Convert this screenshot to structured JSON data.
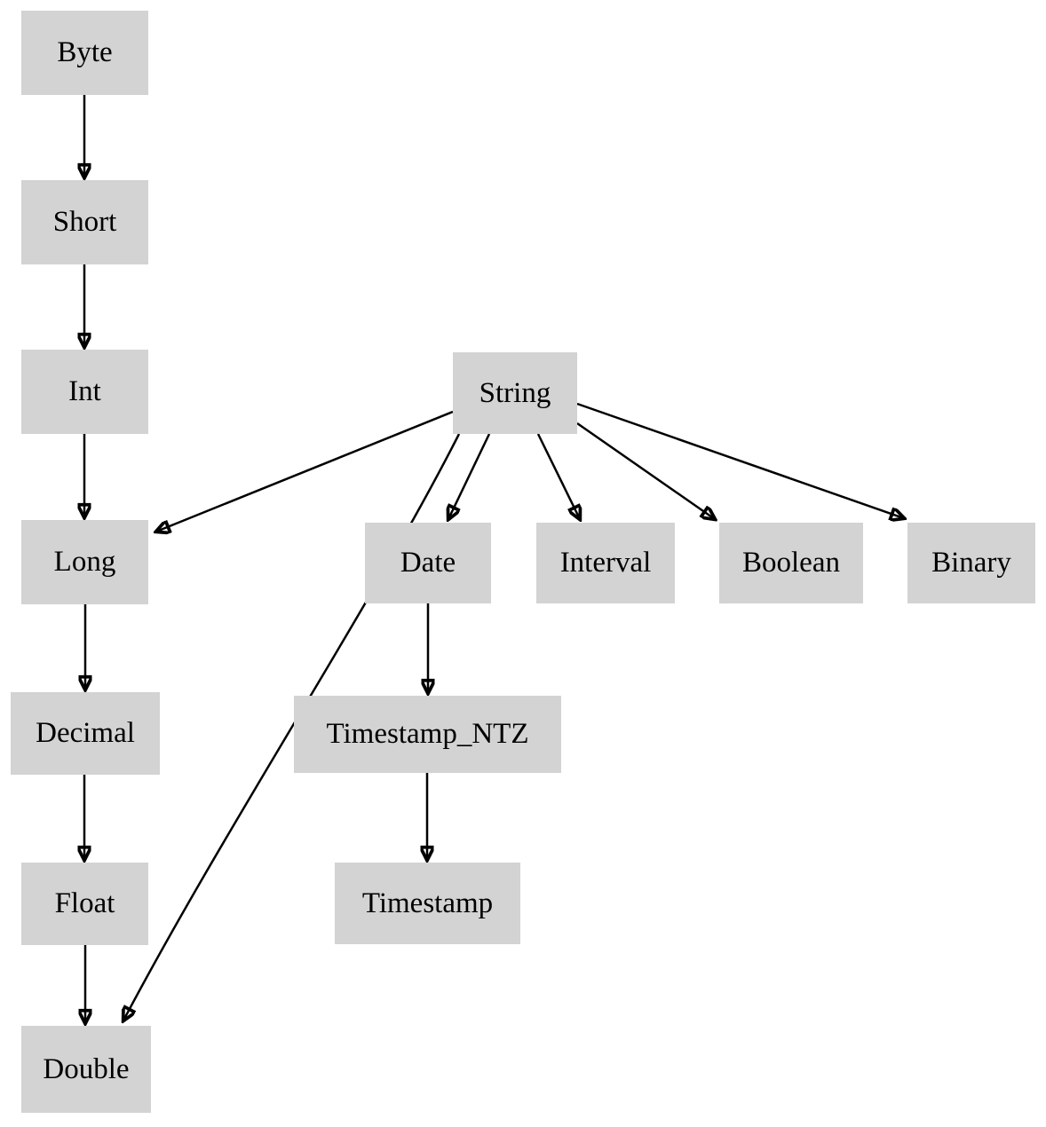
{
  "diagram": {
    "background_color": "#ffffff",
    "node_fill_color": "#d3d3d3",
    "node_text_color": "#000000",
    "edge_color": "#000000",
    "nodes": [
      {
        "id": "byte",
        "label": "Byte"
      },
      {
        "id": "short",
        "label": "Short"
      },
      {
        "id": "int",
        "label": "Int"
      },
      {
        "id": "string",
        "label": "String"
      },
      {
        "id": "long",
        "label": "Long"
      },
      {
        "id": "date",
        "label": "Date"
      },
      {
        "id": "interval",
        "label": "Interval"
      },
      {
        "id": "boolean",
        "label": "Boolean"
      },
      {
        "id": "binary",
        "label": "Binary"
      },
      {
        "id": "decimal",
        "label": "Decimal"
      },
      {
        "id": "timestamp_ntz",
        "label": "Timestamp_NTZ"
      },
      {
        "id": "float",
        "label": "Float"
      },
      {
        "id": "timestamp",
        "label": "Timestamp"
      },
      {
        "id": "double",
        "label": "Double"
      }
    ],
    "edges": [
      {
        "from": "byte",
        "to": "short"
      },
      {
        "from": "short",
        "to": "int"
      },
      {
        "from": "int",
        "to": "long"
      },
      {
        "from": "long",
        "to": "decimal"
      },
      {
        "from": "decimal",
        "to": "float"
      },
      {
        "from": "float",
        "to": "double"
      },
      {
        "from": "string",
        "to": "long"
      },
      {
        "from": "string",
        "to": "date"
      },
      {
        "from": "string",
        "to": "interval"
      },
      {
        "from": "string",
        "to": "boolean"
      },
      {
        "from": "string",
        "to": "binary"
      },
      {
        "from": "string",
        "to": "double"
      },
      {
        "from": "date",
        "to": "timestamp_ntz"
      },
      {
        "from": "timestamp_ntz",
        "to": "timestamp"
      }
    ]
  }
}
